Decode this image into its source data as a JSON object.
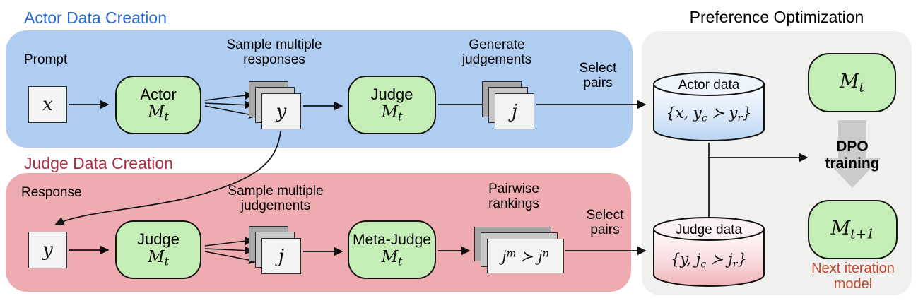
{
  "sections": {
    "actor": {
      "title": "Actor Data Creation",
      "labels": {
        "prompt": "Prompt",
        "sample": [
          "Sample multiple",
          "responses"
        ],
        "generate": [
          "Generate",
          "judgements"
        ],
        "select": [
          "Select",
          "pairs"
        ]
      },
      "nodes": {
        "x": [
          {
            "t": "b",
            "v": "x"
          }
        ],
        "actor": {
          "title": "Actor",
          "model": [
            {
              "t": "b",
              "v": "M"
            },
            {
              "t": "sub",
              "v": "t"
            }
          ]
        },
        "y": [
          {
            "t": "b",
            "v": "y"
          }
        ],
        "judge": {
          "title": "Judge",
          "model": [
            {
              "t": "b",
              "v": "M"
            },
            {
              "t": "sub",
              "v": "t"
            }
          ]
        },
        "j": [
          {
            "t": "b",
            "v": "j"
          }
        ]
      }
    },
    "judge": {
      "title": "Judge Data Creation",
      "labels": {
        "response": "Response",
        "sample": [
          "Sample multiple",
          "judgements"
        ],
        "pairwise": [
          "Pairwise",
          "rankings"
        ],
        "select": [
          "Select",
          "pairs"
        ]
      },
      "nodes": {
        "y": [
          {
            "t": "b",
            "v": "y"
          }
        ],
        "judge": {
          "title": "Judge",
          "model": [
            {
              "t": "b",
              "v": "M"
            },
            {
              "t": "sub",
              "v": "t"
            }
          ]
        },
        "j": [
          {
            "t": "b",
            "v": "j"
          }
        ],
        "meta_judge": {
          "title": "Meta-Judge",
          "model": [
            {
              "t": "b",
              "v": "M"
            },
            {
              "t": "sub",
              "v": "t"
            }
          ]
        },
        "ranking": [
          {
            "t": "b",
            "v": "j"
          },
          {
            "t": "sup",
            "v": "m"
          },
          {
            "t": "b",
            "v": " ≻ j"
          },
          {
            "t": "sup",
            "v": "n"
          }
        ]
      }
    },
    "pref": {
      "title": "Preference Optimization",
      "actor_data": {
        "title": "Actor data",
        "formula": [
          {
            "t": "b",
            "v": "{x, y"
          },
          {
            "t": "sub",
            "v": "c"
          },
          {
            "t": "b",
            "v": " ≻ y"
          },
          {
            "t": "sub",
            "v": "r"
          },
          {
            "t": "b",
            "v": "}"
          }
        ]
      },
      "judge_data": {
        "title": "Judge data",
        "formula": [
          {
            "t": "b",
            "v": "{y, j"
          },
          {
            "t": "sub",
            "v": "c"
          },
          {
            "t": "b",
            "v": " ≻ j"
          },
          {
            "t": "sub",
            "v": "r"
          },
          {
            "t": "b",
            "v": "}"
          }
        ]
      },
      "m_t": [
        {
          "t": "b",
          "v": "M"
        },
        {
          "t": "sub",
          "v": "t"
        }
      ],
      "m_t1": [
        {
          "t": "b",
          "v": "M"
        },
        {
          "t": "sub",
          "v": "t+1"
        }
      ],
      "dpo": [
        "DPO",
        "training"
      ],
      "next_model": [
        "Next iteration",
        "model"
      ]
    }
  },
  "colors": {
    "actor_panel": "#afccf1",
    "judge_panel": "#efacb0",
    "pref_panel": "#f0f0ef",
    "model_green": "#c5edb6",
    "actor_title": "#2a6bd6",
    "judge_title": "#aa2e40",
    "next_model_red": "#c2492e",
    "dpo_arrow": "#cbcbcb"
  }
}
